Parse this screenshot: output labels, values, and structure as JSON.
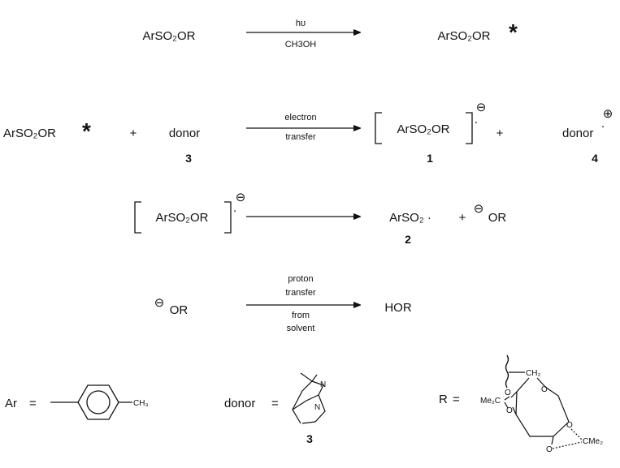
{
  "reactions": {
    "r1": {
      "reactant": "ArSO₂OR",
      "arrow_top": "hʊ",
      "arrow_bottom": "CH3OH",
      "product": "ArSO₂OR",
      "product_mark": "*"
    },
    "r2": {
      "reactant": "ArSO₂OR",
      "reactant_mark": "*",
      "plus1": "+",
      "donor": "donor",
      "donor_number": "3",
      "arrow_top": "electron",
      "arrow_bottom": "transfer",
      "bracket_species": "ArSO₂OR",
      "anion_sign": "⊖",
      "radical_dot": "·",
      "bracket_number": "1",
      "plus2": "+",
      "product2": "donor",
      "cation_sign": "⊕",
      "product2_number": "4"
    },
    "r3": {
      "bracket_species": "ArSO₂OR",
      "anion_sign": "⊖",
      "radical_dot": "·",
      "product1": "ArSO₂ ·",
      "product1_number": "2",
      "plus": "+",
      "anion_sign2": "⊖",
      "product2": "OR"
    },
    "r4": {
      "anion_sign": "⊖",
      "reactant": "OR",
      "arrow_line1": "proton",
      "arrow_line2": "transfer",
      "arrow_line3": "from",
      "arrow_line4": "solvent",
      "product": "HOR"
    }
  },
  "legend": {
    "ar_label": "Ar",
    "equals": "=",
    "ar_substituent": "CH₃",
    "donor_label": "donor",
    "donor_number": "3",
    "amine_atom": "N",
    "r_label": "R",
    "ring_ch2": "CH₂",
    "ring_o": "O",
    "ring_cme2_left": "Me₂C",
    "ring_cme2_right": "CMe₂"
  }
}
